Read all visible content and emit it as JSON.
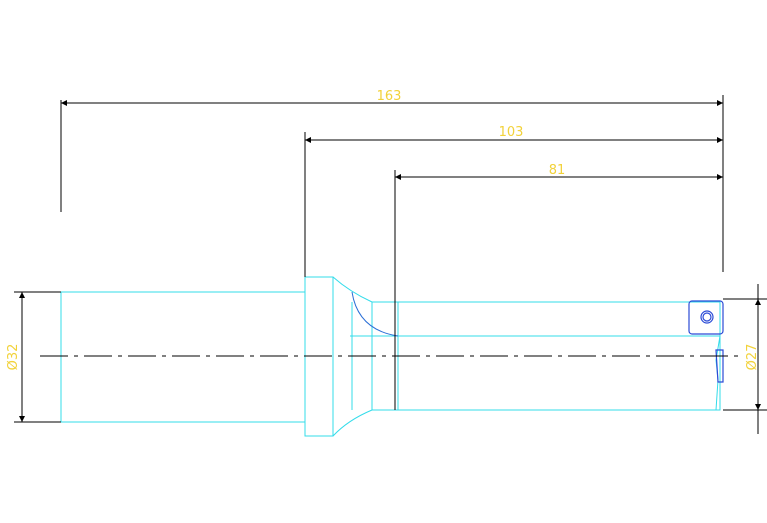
{
  "drawing": {
    "dimensions": {
      "overall_length": "163",
      "body_length": "103",
      "flute_length": "81",
      "shank_diameter": "Ø32",
      "cutting_diameter": "Ø27"
    },
    "colors": {
      "background": "#ffffff",
      "outline_cyan": "#33dcea",
      "dimension_text": "#f2d23a",
      "dimension_lines": "#000000",
      "insert_blue": "#2b4bd6"
    }
  }
}
